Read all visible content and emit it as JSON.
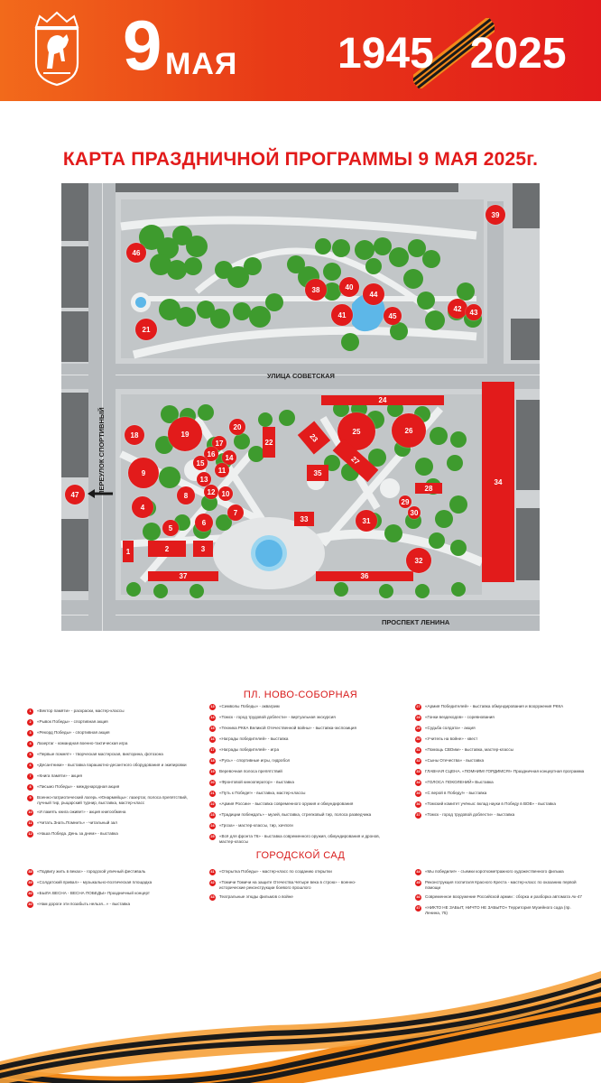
{
  "banner": {
    "date_number": "9",
    "date_word": "МАЯ",
    "year_start": "1945",
    "year_end": "2025",
    "colors": {
      "left": "#f26a1b",
      "right": "#e21b1b"
    }
  },
  "map": {
    "title": "КАРТА  ПРАЗДНИЧНОЙ ПРОГРАММЫ 9 МАЯ 2025г.",
    "streets": {
      "sovetskaya": "УЛИЦА СОВЕТСКАЯ",
      "sportivny": "ПЕРЕУЛОК СПОРТИВНЫЙ",
      "lenina": "ПРОСПЕКТ ЛЕНИНА"
    },
    "markers": [
      "46",
      "21",
      "38",
      "40",
      "44",
      "41",
      "45",
      "42",
      "43",
      "39",
      "24",
      "18",
      "19",
      "20",
      "17",
      "16",
      "15",
      "14",
      "13",
      "11",
      "12",
      "10",
      "9",
      "22",
      "23",
      "25",
      "26",
      "35",
      "27",
      "8",
      "7",
      "4",
      "5",
      "6",
      "33",
      "31",
      "28",
      "29",
      "30",
      "34",
      "47",
      "1",
      "2",
      "3",
      "37",
      "36",
      "32"
    ],
    "colors": {
      "marker": "#e21b1b",
      "tree": "#3e9b2e",
      "ground": "#cfd2d4",
      "path": "#eef0f0",
      "fountain": "#5db7e8"
    }
  },
  "legend": {
    "section1_title": "ПЛ. НОВО-СОБОРНАЯ",
    "section2_title": "ГОРОДСКОЙ САД",
    "s1_col1": [
      {
        "n": "1",
        "t": "«Вектор памяти» - раскраски, мастер-классы"
      },
      {
        "n": "2",
        "t": "«Рывок Победы» - спортивная акция"
      },
      {
        "n": "3",
        "t": "«Рекорд Победы» - спортивная акция"
      },
      {
        "n": "4",
        "t": "Лазертаг - командная военно-тактическая игра"
      },
      {
        "n": "5",
        "t": "«Первые помнят» - творческая мастерская, викторина, фотозона"
      },
      {
        "n": "6",
        "t": "«Десантники» - выставка парашютно-десантного оборудования и экипировки"
      },
      {
        "n": "7",
        "t": "«Книга памяти» - акция"
      },
      {
        "n": "8",
        "t": "«Письмо Победы» - международная акция"
      },
      {
        "n": "9",
        "t": "Военно-патриотический лагерь «Юнармейцы»: лазертаг, полоса препятствий, лучный тир, рыцарский турнир, выставка, мастер-класс"
      },
      {
        "n": "10",
        "t": "«И память книга оживет» - акция книгообмена"
      },
      {
        "n": "11",
        "t": "«Читать.Знать.Помнить» - читальный зал"
      },
      {
        "n": "12",
        "t": "«Наша Победа. День за днем» - выставка"
      }
    ],
    "s1_col2": [
      {
        "n": "13",
        "t": "«Символы Победы» - аквагрим"
      },
      {
        "n": "14",
        "t": "«Томск - город трудовой доблести» - виртуальная экскурсия"
      },
      {
        "n": "15",
        "t": "«Техника РККА Великой Отечественной войны» - выставка-экспозиция"
      },
      {
        "n": "16",
        "t": "«Награды победителей» - выставка"
      },
      {
        "n": "17",
        "t": "«Награды победителей» - игра"
      },
      {
        "n": "18",
        "t": "«Русь» - спортивные игры, гидробол"
      },
      {
        "n": "19",
        "t": "Веревочная полоса препятствий"
      },
      {
        "n": "20",
        "t": "«Фронтовой кинооператор» - выставка"
      },
      {
        "n": "21",
        "t": "«Путь к Победе!» - выставка, мастер-классы"
      },
      {
        "n": "22",
        "t": "«Армия России» - выставка современного оружия и обмундирования"
      },
      {
        "n": "23",
        "t": "«Традиции побеждать» - музей, выставка, стрелковый тир, полоса разведчика"
      },
      {
        "n": "24",
        "t": "«Гроза» - мастер-классы, тир, хачпоги"
      },
      {
        "n": "25",
        "t": "«Всё для фронта 76» - выставка современного оружия, обмундирования и дронов, мастер-классы"
      }
    ],
    "s1_col3": [
      {
        "n": "27",
        "t": "«Армия Победителей» - выставка обмундирования и вооружения РККА"
      },
      {
        "n": "28",
        "t": "«Гонки вездеходов» - соревнования"
      },
      {
        "n": "29",
        "t": "«Судьба солдата» - акция"
      },
      {
        "n": "30",
        "t": "«Учитель на войне» - квест"
      },
      {
        "n": "31",
        "t": "«Помощь СВОим» - выставка, мастер-классы"
      },
      {
        "n": "32",
        "t": "«Сыны Отечества» - выставка"
      },
      {
        "n": "33",
        "t": "ГЛАВНАЯ СЦЕНА. «ПОМНИМ! ГОРДИМСЯ!» Праздничная концертная программа"
      },
      {
        "n": "34",
        "t": "«ГОЛОСА ПОКОЛЕНИЙ» Выставка"
      },
      {
        "n": "35",
        "t": "«С верой в Победу!» - выставка"
      },
      {
        "n": "36",
        "t": "«Томский комитет учёных: вклад науки в Победу в ВОВ» - выставка"
      },
      {
        "n": "37",
        "t": "«Томск - город трудовой доблести» - выставка"
      }
    ],
    "s2_col1": [
      {
        "n": "38",
        "t": "«Подвигу жить в веках» - городской уличный фестиваль"
      },
      {
        "n": "39",
        "t": "«Солдатский привал» - музыкально-поэтическая площадка"
      },
      {
        "n": "40",
        "t": "«БЫЛА ВЕСНА - ВЕСНА ПОБЕДЫ» Праздничный концерт"
      },
      {
        "n": "40",
        "t": "«Нам дороги эти позабыть нельзя...» - выставка"
      }
    ],
    "s2_col2": [
      {
        "n": "41",
        "t": "«Открытка Победы» - мастер-класс по созданию открытки"
      },
      {
        "n": "42",
        "t": "«Томичи Томичи на защите Отечества.Четыре века в строю» - военно-исторические реконструкции боевого прошлого"
      },
      {
        "n": "43",
        "t": "Театральные этюды фильмов о войне"
      }
    ],
    "s2_col3": [
      {
        "n": "44",
        "t": "«Мы победили!» - съемки короткометражного художественного фильма"
      },
      {
        "n": "45",
        "t": "Реконструкция госпиталя Красного Креста - мастер-класс по оказанию первой помощи"
      },
      {
        "n": "46",
        "t": "Современное вооружение Российской армии : сборка и разборка автомата Ак-47"
      },
      {
        "n": "47",
        "t": "«НИКТО НЕ ЗАБЫТ, НИЧТО НЕ ЗАБЫТО» Территория Музейного сада (пр. Ленина, 75)"
      }
    ]
  }
}
